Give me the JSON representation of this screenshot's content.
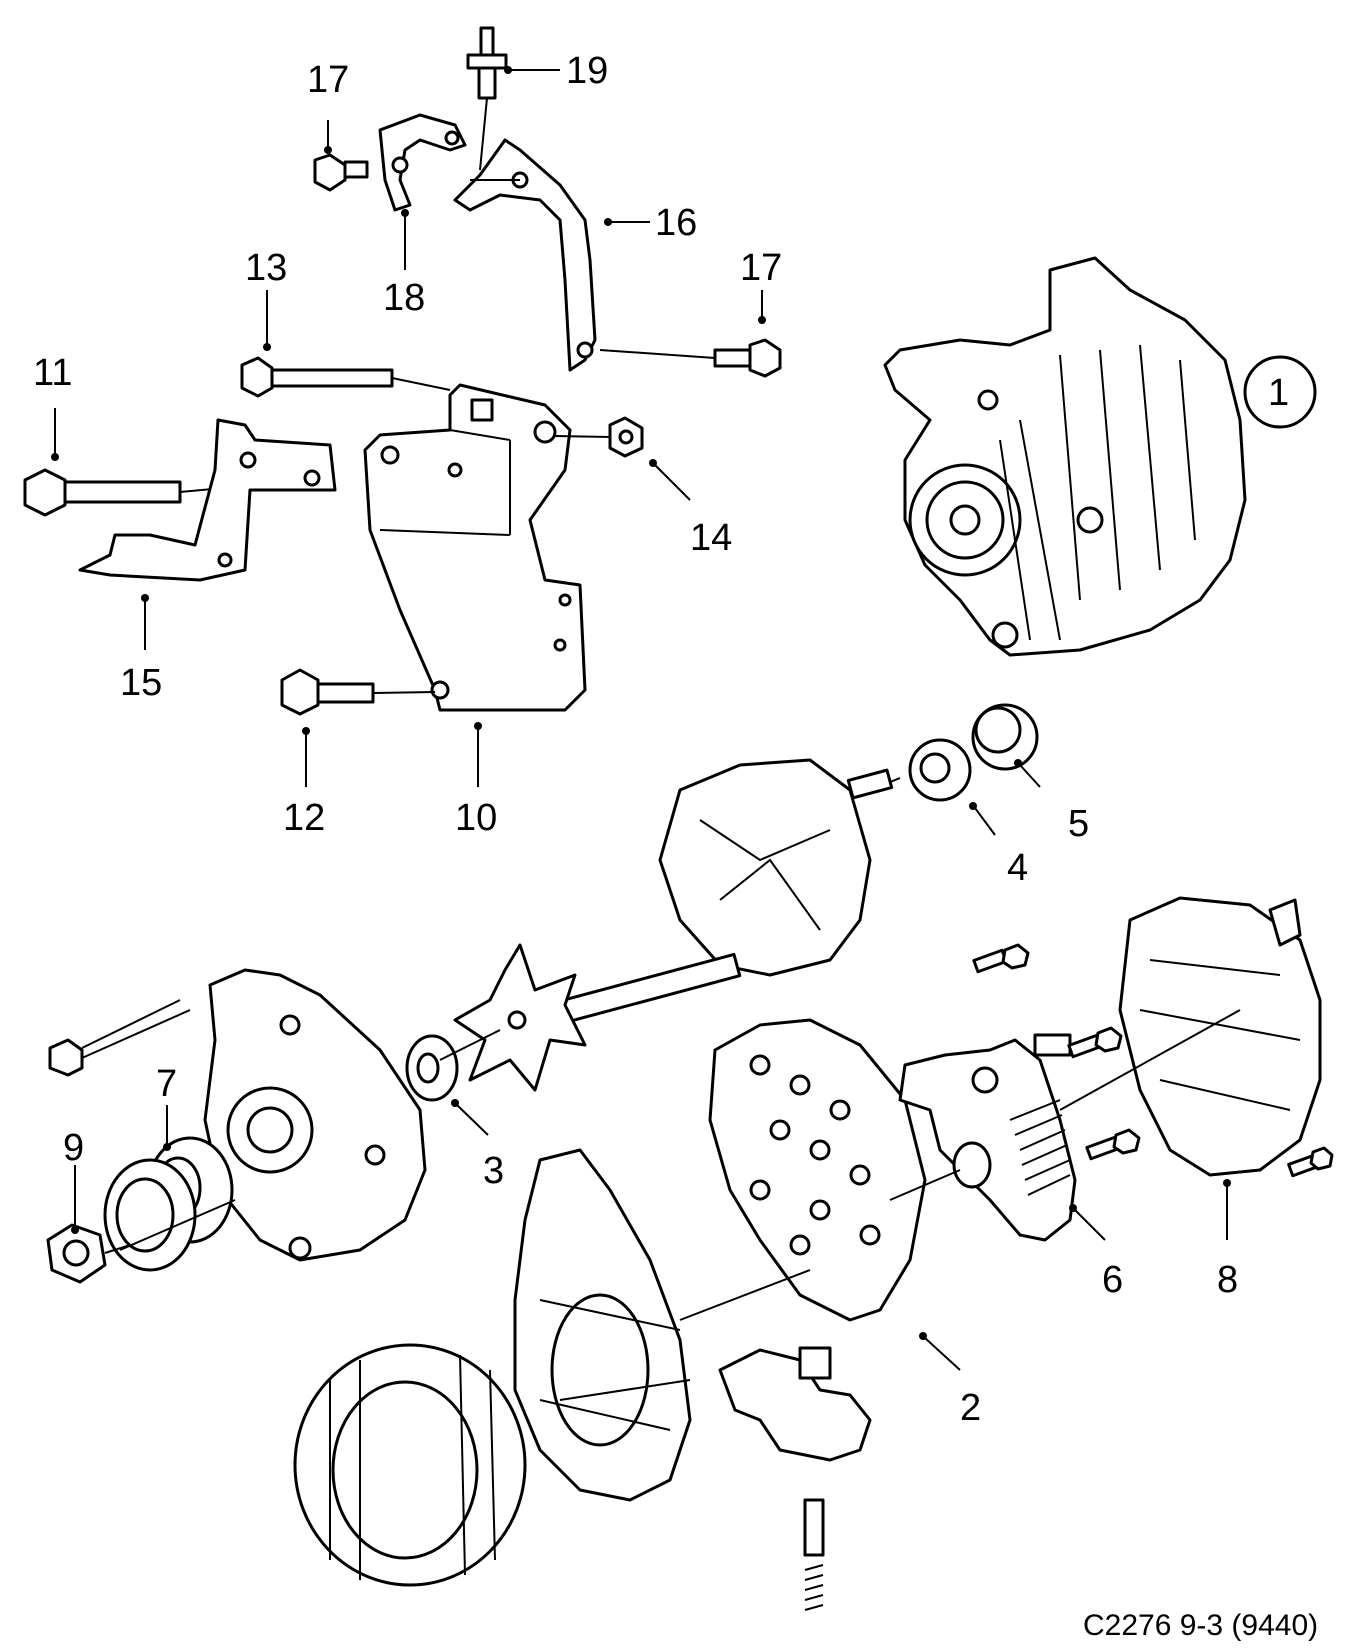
{
  "diagram": {
    "caption": "C2276 9-3 (9440)",
    "callouts": [
      {
        "id": "1",
        "label": "1",
        "circled": true
      },
      {
        "id": "2",
        "label": "2"
      },
      {
        "id": "3",
        "label": "3"
      },
      {
        "id": "4",
        "label": "4"
      },
      {
        "id": "5",
        "label": "5"
      },
      {
        "id": "6",
        "label": "6"
      },
      {
        "id": "7",
        "label": "7"
      },
      {
        "id": "8",
        "label": "8"
      },
      {
        "id": "9",
        "label": "9"
      },
      {
        "id": "10",
        "label": "10"
      },
      {
        "id": "11",
        "label": "11"
      },
      {
        "id": "12",
        "label": "12"
      },
      {
        "id": "13",
        "label": "13"
      },
      {
        "id": "14",
        "label": "14"
      },
      {
        "id": "15",
        "label": "15"
      },
      {
        "id": "16",
        "label": "16"
      },
      {
        "id": "17a",
        "label": "17"
      },
      {
        "id": "17b",
        "label": "17"
      },
      {
        "id": "18",
        "label": "18"
      },
      {
        "id": "19",
        "label": "19"
      }
    ]
  }
}
